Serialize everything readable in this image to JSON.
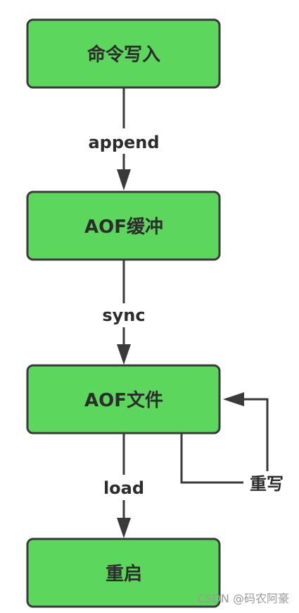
{
  "nodes": [
    {
      "id": "write",
      "label": "命令写入"
    },
    {
      "id": "buffer",
      "label": "AOF缓冲"
    },
    {
      "id": "file",
      "label": "AOF文件"
    },
    {
      "id": "restart",
      "label": "重启"
    }
  ],
  "edges": [
    {
      "from": "write",
      "to": "buffer",
      "label": "append"
    },
    {
      "from": "buffer",
      "to": "file",
      "label": "sync"
    },
    {
      "from": "file",
      "to": "restart",
      "label": "load"
    },
    {
      "from": "file",
      "to": "file",
      "label": "重写"
    }
  ],
  "watermark": "CSDN @码农阿豪",
  "colors": {
    "node_fill": "#5cd65c",
    "stroke": "#3a3a3a",
    "text": "#2c2c2c"
  }
}
